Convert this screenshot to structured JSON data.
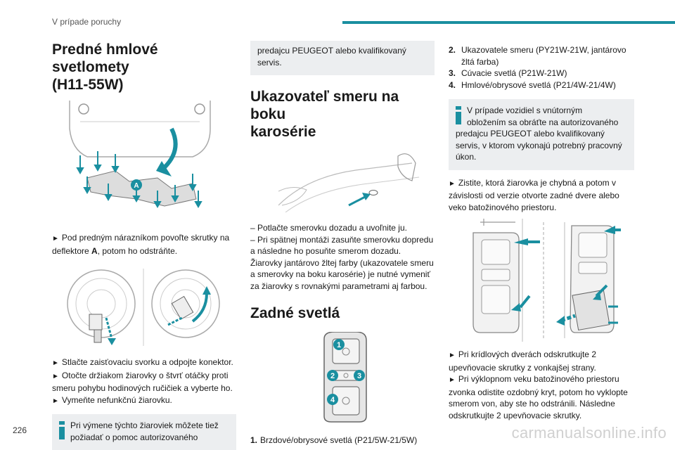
{
  "header": {
    "section": "V prípade poruchy"
  },
  "page_number": "226",
  "watermark": "carmanualsonline.info",
  "fog": {
    "title": "Predné hmlové svetlomety (H11-55W)",
    "title_line1": "Predné hmlové svetlomety",
    "title_line2": "(H11-55W)",
    "step1_pre": "Pod predným nárazníkom povoľte skrutky na deflektore ",
    "step1_bold": "A",
    "step1_post": ", potom ho odstráňte.",
    "step2": "Stlačte zaisťovaciu svorku a odpojte konektor.",
    "step3": "Otočte držiakom žiarovky o štvrť otáčky proti smeru pohybu hodinových ručičiek a vyberte ho.",
    "step4": "Vymeňte nefunkčnú žiarovku.",
    "info_line1": "Pri výmene týchto žiaroviek môžete tiež",
    "info_line2": "požiadať o pomoc autorizovaného",
    "label_a": "A",
    "bullet_symbol": "►"
  },
  "side": {
    "info_cont_line1": "predajcu PEUGEOT alebo kvalifikovaný",
    "info_cont_line2": "servis.",
    "title_line1": "Ukazovateľ smeru na boku",
    "title_line2": "karosérie",
    "step1": "– Potlačte smerovku dozadu a uvoľnite ju.",
    "step2": "– Pri spätnej montáži zasuňte smerovku dopredu a následne ho posuňte smerom dozadu.",
    "note": "Žiarovky jantárovo žltej farby (ukazovatele smeru a smerovky na boku karosérie) je nutné vymeniť za žiarovky s rovnakými parametrami aj farbou."
  },
  "rear": {
    "title": "Zadné svetlá",
    "items": [
      {
        "num": "1.",
        "text": "Brzdové/obrysové svetlá (P21/5W-21/5W)"
      },
      {
        "num": "2.",
        "text": "Ukazovatele smeru (PY21W-21W, jantárovo žltá farba)"
      },
      {
        "num": "3.",
        "text": "Cúvacie svetlá (P21W-21W)"
      },
      {
        "num": "4.",
        "text": "Hmlové/obrysové svetlá (P21/4W-21/4W)"
      }
    ],
    "info_line1": "V prípade vozidiel s vnútorným",
    "info_line2": "obložením sa obráťte na autorizovaného",
    "info_rest": "predajcu PEUGEOT alebo kvalifikovaný servis, v ktorom vykonajú potrebný pracovný úkon.",
    "step1": "Zistite, ktorá žiarovka je chybná a potom v závislosti od verzie otvorte zadné dvere alebo veko batožinového priestoru.",
    "step2": "Pri krídlových dverách odskrutkujte 2 upevňovacie skrutky z vonkajšej strany.",
    "step3": "Pri výklopnom veku batožinového priestoru zvonka odistite ozdobný kryt, potom ho vyklopte smerom von, aby ste ho odstránili. Následne odskrutkujte 2 upevňovacie skrutky.",
    "lamp_labels": [
      "1",
      "2",
      "3",
      "4"
    ]
  },
  "colors": {
    "accent": "#1a8fa0",
    "info_bg": "#eceef0",
    "arrow": "#1a8fa0"
  }
}
